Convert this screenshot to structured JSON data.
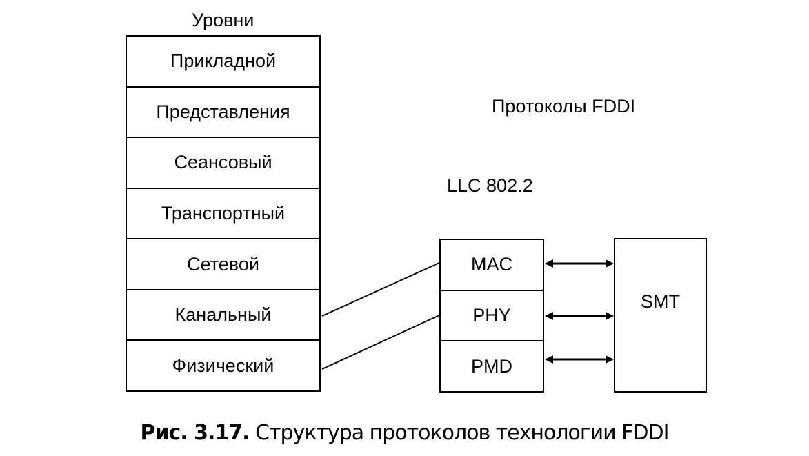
{
  "levels_title": "Уровни",
  "levels": [
    "Прикладной",
    "Представления",
    "Сеансовый",
    "Транспортный",
    "Сетевой",
    "Канальный",
    "Физический"
  ],
  "fddi_title": "Протоколы FDDI",
  "llc_label": "LLC 802.2",
  "fddi_layers": [
    "MAC",
    "PHY",
    "PMD"
  ],
  "smt_label": "SMT",
  "caption": {
    "number": "Рис. 3.17.",
    "text": " Структура протоколов технологии FDDI"
  }
}
